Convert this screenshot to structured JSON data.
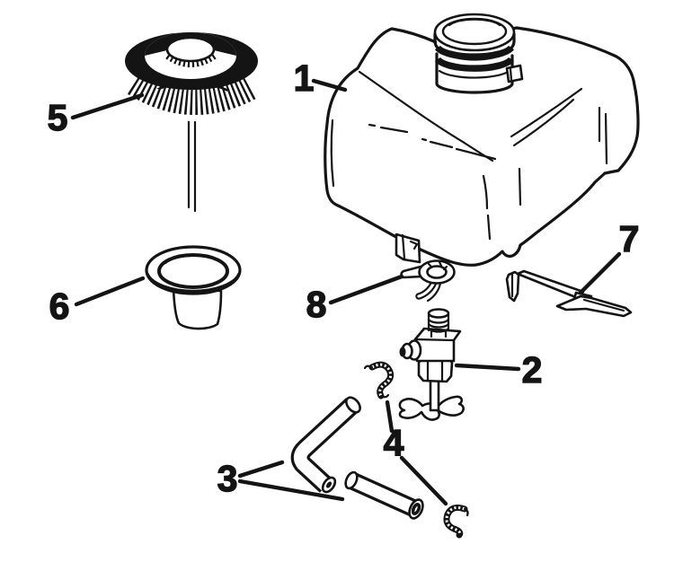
{
  "diagram": {
    "background_color": "#ffffff",
    "line_color": "#141414",
    "callouts": [
      {
        "number": "1",
        "part": "fuel-tank"
      },
      {
        "number": "2",
        "part": "fuel-shut-off-valve"
      },
      {
        "number": "3",
        "part": "fuel-hoses"
      },
      {
        "number": "4",
        "part": "hose-clamps"
      },
      {
        "number": "5",
        "part": "fuel-gauge-cap"
      },
      {
        "number": "6",
        "part": "filter-cup"
      },
      {
        "number": "7",
        "part": "mounting-bracket"
      },
      {
        "number": "8",
        "part": "wire-retainer-clamp"
      }
    ]
  }
}
